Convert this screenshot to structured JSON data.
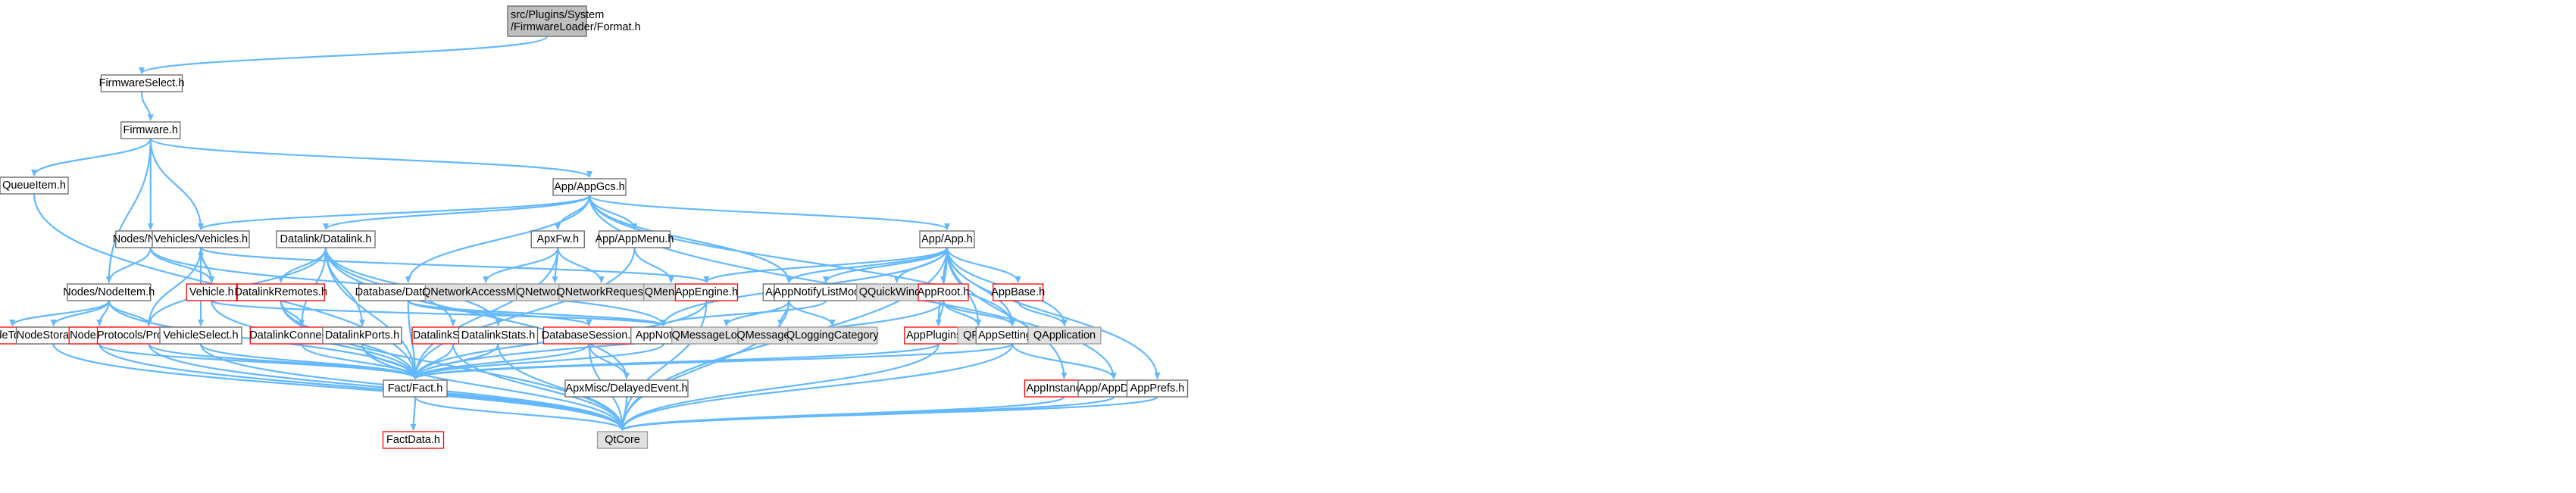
{
  "colors": {
    "edge": "#63b8ff",
    "normal_border": "#666666",
    "normal_fill": "#ffffff",
    "red_border": "#ff0000",
    "red_fill": "#ffffff",
    "external_border": "#999999",
    "external_fill": "#e0e0e0",
    "root_border": "#666666",
    "root_fill": "#bfbfbf"
  },
  "nodes": [
    {
      "id": "format",
      "lines": [
        "src/Plugins/System",
        "/FirmwareLoader/Format.h"
      ],
      "style": "root"
    },
    {
      "id": "firmwareselect",
      "lines": [
        "FirmwareSelect.h"
      ],
      "style": "normal"
    },
    {
      "id": "firmware",
      "lines": [
        "Firmware.h"
      ],
      "style": "normal"
    },
    {
      "id": "queueitem",
      "lines": [
        "QueueItem.h"
      ],
      "style": "normal"
    },
    {
      "id": "appgcs",
      "lines": [
        "App/AppGcs.h"
      ],
      "style": "normal"
    },
    {
      "id": "nodes",
      "lines": [
        "Nodes/Nodes.h"
      ],
      "style": "normal"
    },
    {
      "id": "vehicles",
      "lines": [
        "Vehicles/Vehicles.h"
      ],
      "style": "normal"
    },
    {
      "id": "datalink",
      "lines": [
        "Datalink/Datalink.h"
      ],
      "style": "normal"
    },
    {
      "id": "apxfw",
      "lines": [
        "ApxFw.h"
      ],
      "style": "normal"
    },
    {
      "id": "appmenu",
      "lines": [
        "App/AppMenu.h"
      ],
      "style": "normal"
    },
    {
      "id": "app",
      "lines": [
        "App/App.h"
      ],
      "style": "normal"
    },
    {
      "id": "nodeitem",
      "lines": [
        "Nodes/NodeItem.h"
      ],
      "style": "normal"
    },
    {
      "id": "vehicle",
      "lines": [
        "Vehicle.h"
      ],
      "style": "red"
    },
    {
      "id": "datalinkremotes",
      "lines": [
        "DatalinkRemotes.h"
      ],
      "style": "red"
    },
    {
      "id": "database",
      "lines": [
        "Database/Database.h"
      ],
      "style": "normal"
    },
    {
      "id": "qnam",
      "lines": [
        "QNetworkAccessManager"
      ],
      "style": "external"
    },
    {
      "id": "qnetreply",
      "lines": [
        "QNetworkReply"
      ],
      "style": "external"
    },
    {
      "id": "qnetreq",
      "lines": [
        "QNetworkRequest"
      ],
      "style": "external"
    },
    {
      "id": "qmenubar",
      "lines": [
        "QMenuBar"
      ],
      "style": "external"
    },
    {
      "id": "appengine",
      "lines": [
        "AppEngine.h"
      ],
      "style": "red"
    },
    {
      "id": "applog",
      "lines": [
        "AppLog.h"
      ],
      "style": "normal"
    },
    {
      "id": "appnotifylist",
      "lines": [
        "AppNotifyListModel.h"
      ],
      "style": "normal"
    },
    {
      "id": "qquickwindow",
      "lines": [
        "QQuickWindow"
      ],
      "style": "external"
    },
    {
      "id": "approot",
      "lines": [
        "AppRoot.h"
      ],
      "style": "red"
    },
    {
      "id": "appbase",
      "lines": [
        "AppBase.h"
      ],
      "style": "red"
    },
    {
      "id": "nodetools",
      "lines": [
        "NodeTools.h"
      ],
      "style": "red"
    },
    {
      "id": "nodestorage",
      "lines": [
        "NodeStorage.h"
      ],
      "style": "normal"
    },
    {
      "id": "nodefield",
      "lines": [
        "NodeField.h"
      ],
      "style": "red"
    },
    {
      "id": "protocols",
      "lines": [
        "Protocols/Protocols.h"
      ],
      "style": "red"
    },
    {
      "id": "vehicleselect",
      "lines": [
        "VehicleSelect.h"
      ],
      "style": "normal"
    },
    {
      "id": "datalinkconn",
      "lines": [
        "DatalinkConnection.h"
      ],
      "style": "red"
    },
    {
      "id": "datalinkports",
      "lines": [
        "DatalinkPorts.h"
      ],
      "style": "normal"
    },
    {
      "id": "datalinkserver",
      "lines": [
        "DatalinkServer.h"
      ],
      "style": "red"
    },
    {
      "id": "datalinkstats",
      "lines": [
        "DatalinkStats.h"
      ],
      "style": "normal"
    },
    {
      "id": "dbsession",
      "lines": [
        "DatabaseSession.h"
      ],
      "style": "red"
    },
    {
      "id": "appnotify",
      "lines": [
        "AppNotify.h"
      ],
      "style": "normal"
    },
    {
      "id": "qmsglogctx",
      "lines": [
        "QMessageLogContext"
      ],
      "style": "external"
    },
    {
      "id": "qmsglogger",
      "lines": [
        "QMessageLogger"
      ],
      "style": "external"
    },
    {
      "id": "qlogcat",
      "lines": [
        "QLoggingCategory"
      ],
      "style": "external"
    },
    {
      "id": "appplugins",
      "lines": [
        "AppPlugins.h"
      ],
      "style": "red"
    },
    {
      "id": "qfont",
      "lines": [
        "QFont"
      ],
      "style": "external"
    },
    {
      "id": "appsettings",
      "lines": [
        "AppSettings.h"
      ],
      "style": "normal"
    },
    {
      "id": "qapplication",
      "lines": [
        "QApplication"
      ],
      "style": "external"
    },
    {
      "id": "factfact",
      "lines": [
        "Fact/Fact.h"
      ],
      "style": "normal"
    },
    {
      "id": "delayedevent",
      "lines": [
        "ApxMisc/DelayedEvent.h"
      ],
      "style": "normal"
    },
    {
      "id": "appinstances",
      "lines": [
        "AppInstances.h"
      ],
      "style": "red"
    },
    {
      "id": "appdirs",
      "lines": [
        "App/AppDirs.h"
      ],
      "style": "normal"
    },
    {
      "id": "appprefs",
      "lines": [
        "AppPrefs.h"
      ],
      "style": "normal"
    },
    {
      "id": "factdata",
      "lines": [
        "FactData.h"
      ],
      "style": "red"
    },
    {
      "id": "qtcore",
      "lines": [
        "QtCore"
      ],
      "style": "external"
    }
  ]
}
